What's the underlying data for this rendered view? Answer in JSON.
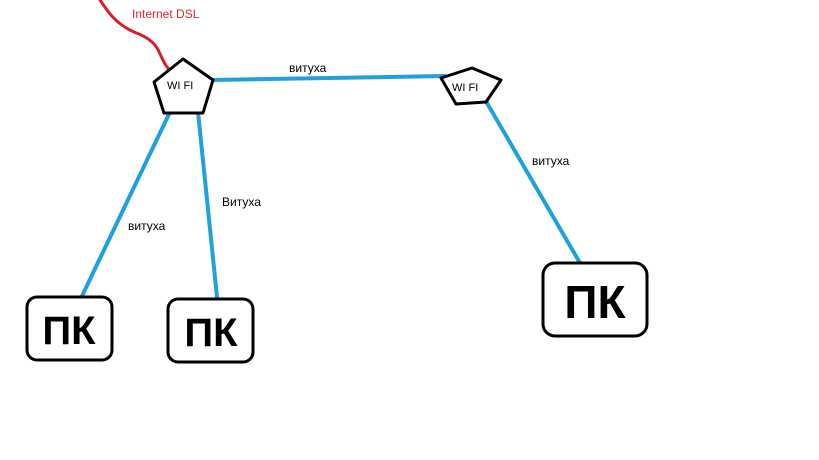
{
  "diagram": {
    "internet_label": "Internet DSL",
    "colors": {
      "cable": "#1fa0e0",
      "internet_line": "#d3202a",
      "outline": "#000000",
      "background": "#ffffff"
    },
    "routers": [
      {
        "id": "router-1",
        "label": "WI FI"
      },
      {
        "id": "router-2",
        "label": "WI FI"
      }
    ],
    "pcs": [
      {
        "id": "pc-1",
        "label": "ПК"
      },
      {
        "id": "pc-2",
        "label": "ПК"
      },
      {
        "id": "pc-3",
        "label": "ПК"
      }
    ],
    "links": [
      {
        "id": "link-router1-router2",
        "label": "витуха"
      },
      {
        "id": "link-router1-pc1",
        "label": "витуха"
      },
      {
        "id": "link-router1-pc2",
        "label": "Витуха"
      },
      {
        "id": "link-router2-pc3",
        "label": "витуха"
      }
    ]
  }
}
